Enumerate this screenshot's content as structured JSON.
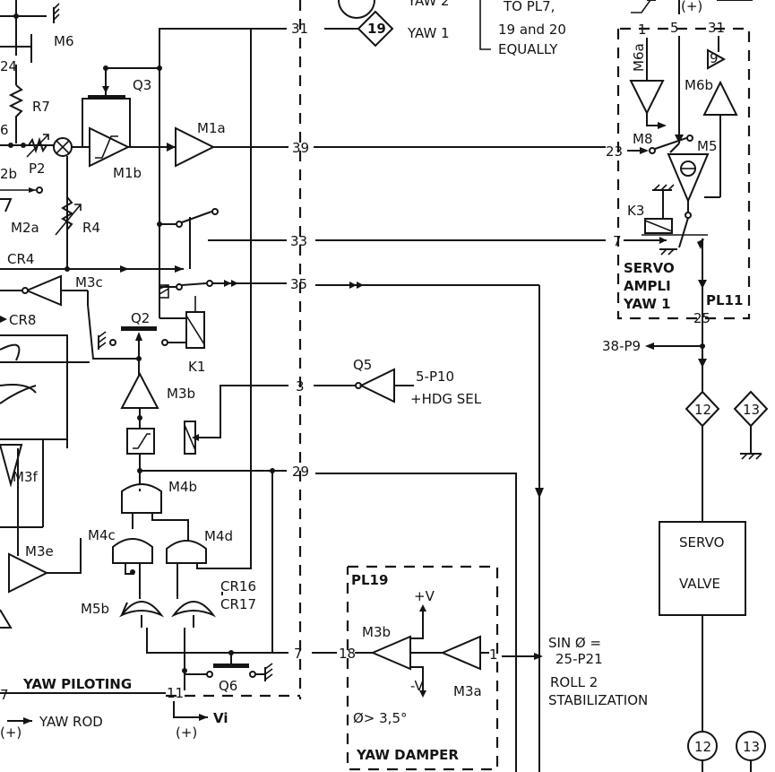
{
  "title_note": {
    "line1": "TO PL7,",
    "line2": "19 and 20",
    "line3": "EQUALLY"
  },
  "top_labels": {
    "yaw2": "YAW 2",
    "yaw1": "YAW 1",
    "yaw1_diamond": "19",
    "plus_top": "(+)"
  },
  "pins": {
    "p31": "31",
    "p39": "39",
    "p33": "33",
    "p35": "35",
    "p3": "3",
    "p29": "29",
    "p7": "7",
    "p11": "11",
    "pl11_1": "1",
    "pl11_5": "5",
    "pl11_31": "31",
    "pl11_23": "23",
    "pl11_7": "7",
    "pl11_25": "25",
    "pl19_18": "18",
    "pl19_1": "1"
  },
  "components": {
    "M6": "M6",
    "R7": "R7",
    "P2": "P2",
    "M1a": "M1a",
    "M1b": "M1b",
    "Q3": "Q3",
    "M2a": "M2a",
    "R4": "R4",
    "CR4": "CR4",
    "M3c": "M3c",
    "CR8": "CR8",
    "Q2": "Q2",
    "K1": "K1",
    "M3b": "M3b",
    "M3f": "M3f",
    "M3e": "M3e",
    "M4b": "M4b",
    "M4c": "M4c",
    "M4d": "M4d",
    "M5b": "M5b",
    "CR16": "CR16",
    "CR17": "CR17",
    "Q6": "Q6",
    "Q5": "Q5",
    "M6a": "M6a",
    "M6b": "M6b",
    "M8": "M8",
    "M5": "M5",
    "K3": "K3",
    "M3b_pl19": "M3b",
    "M3a": "M3a",
    "frag_24": "24",
    "frag_6": "6",
    "frag_2b": "2b",
    "frag_7": "7",
    "frag_9": "9"
  },
  "hdg": {
    "ref": "5-P10",
    "label": "+HDG SEL"
  },
  "pl11": {
    "name": "PL11",
    "servo": "SERVO",
    "ampli": "AMPLI",
    "yaw1": "YAW 1"
  },
  "p9": "38-P9",
  "diamonds": {
    "d12": "12",
    "d13": "13"
  },
  "servo_valve": {
    "line1": "SERVO",
    "line2": "VALVE"
  },
  "circles": {
    "c12": "12",
    "c13": "13"
  },
  "pl19": {
    "name": "PL19",
    "plus_v": "+V",
    "minus_v": "-V",
    "phi_cond": "Ø> 3,5°",
    "yaw_damper": "YAW DAMPER"
  },
  "roll": {
    "sin": "SIN Ø =",
    "ref": "25-P21",
    "roll2": "ROLL 2",
    "stab": "STABILIZATION"
  },
  "bottom": {
    "yaw_piloting": "YAW PILOTING",
    "yaw_rod": "YAW ROD",
    "plus_a": "(+)",
    "plus_b": "(+)",
    "vi": "Vi"
  }
}
